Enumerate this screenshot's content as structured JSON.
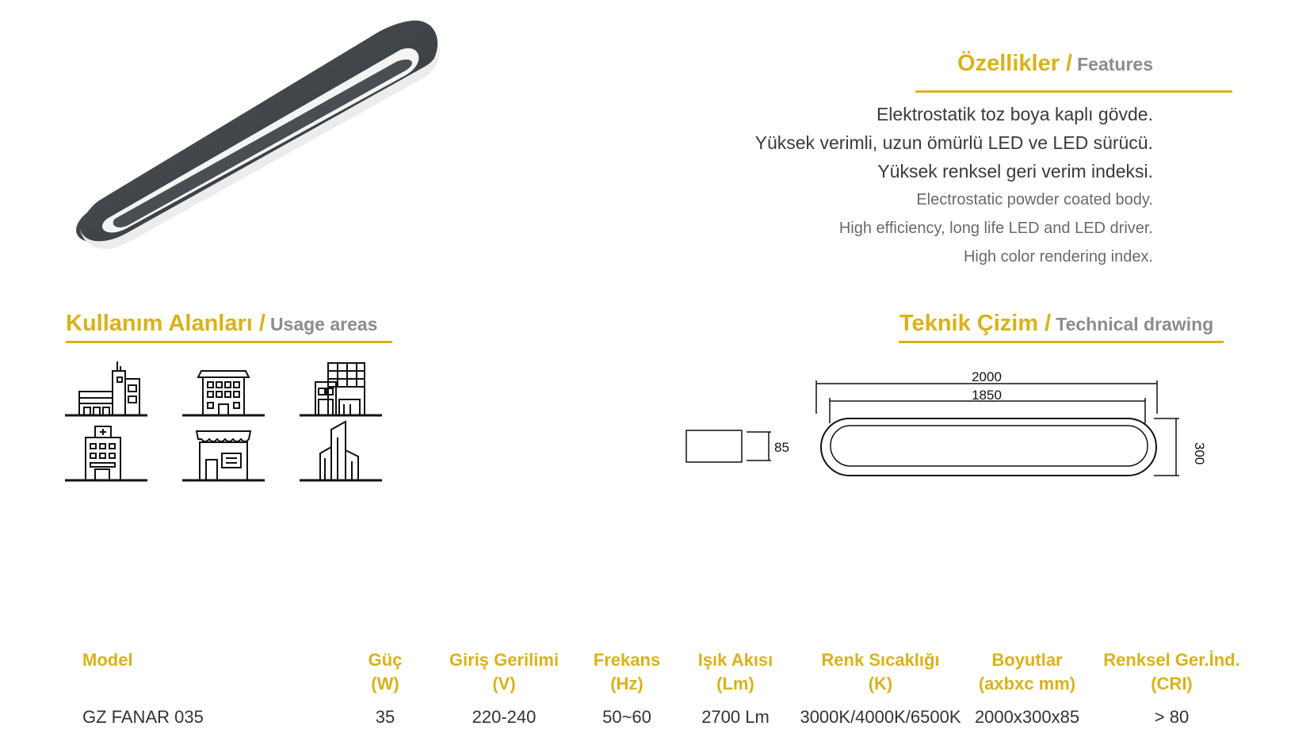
{
  "features": {
    "title_tr": "Özellikler /",
    "title_en": "Features",
    "lines_tr": [
      "Elektrostatik toz boya kaplı  gövde.",
      "Yüksek verimli, uzun ömürlü LED ve LED sürücü.",
      "Yüksek renksel geri verim indeksi."
    ],
    "lines_en": [
      "Electrostatic powder coated body.",
      "High efficiency, long life LED and LED driver.",
      "High color rendering index."
    ]
  },
  "usage": {
    "title_tr": "Kullanım Alanları /",
    "title_en": "Usage areas",
    "icons": [
      "factory-icon",
      "apartment-icon",
      "office-building-icon",
      "hospital-icon",
      "shop-icon",
      "skyscraper-icon"
    ]
  },
  "technical": {
    "title_tr": "Teknik Çizim /",
    "title_en": "Technical drawing",
    "dim_total_length": "2000",
    "dim_inner_length": "1850",
    "dim_width": "300",
    "dim_height": "85"
  },
  "spec_table": {
    "headers": [
      {
        "line1": "Model",
        "line2": ""
      },
      {
        "line1": "Güç",
        "line2": "(W)"
      },
      {
        "line1": "Giriş Gerilimi",
        "line2": "(V)"
      },
      {
        "line1": "Frekans",
        "line2": "(Hz)"
      },
      {
        "line1": "Işık Akısı",
        "line2": "(Lm)"
      },
      {
        "line1": "Renk Sıcaklığı",
        "line2": "(K)"
      },
      {
        "line1": "Boyutlar",
        "line2": "(axbxc mm)"
      },
      {
        "line1": "Renksel Ger.İnd.",
        "line2": "(CRI)"
      }
    ],
    "row": [
      "GZ FANAR 035",
      "35",
      "220-240",
      "50~60",
      "2700 Lm",
      "3000K/4000K/6500K",
      "2000x300x85",
      "> 80"
    ]
  },
  "colors": {
    "accent": "#d9b21a",
    "body_dark": "#3f4348",
    "diffuser": "#f4f4f4"
  }
}
